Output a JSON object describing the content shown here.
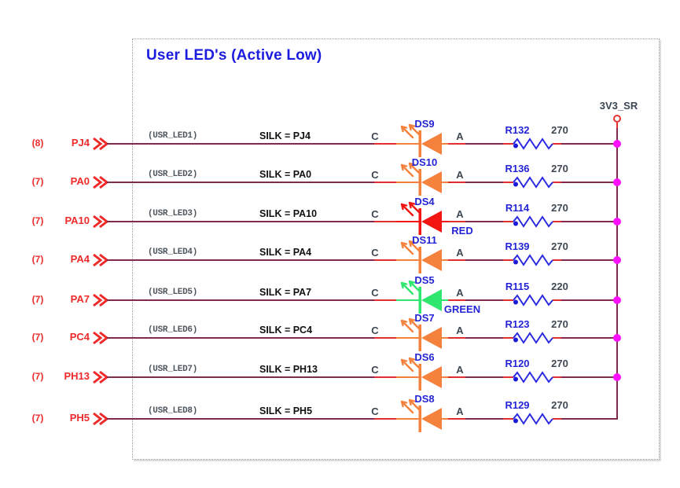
{
  "title": "User LED's (Active Low)",
  "power_rail": {
    "net": "3V3_SR"
  },
  "colors": {
    "wire": "#82294E",
    "pin_red": "#EE2A2A",
    "designator_blue": "#2424D6",
    "resistor_blue": "#2A2AE0",
    "title_blue": "#1C1CE0",
    "junction_magenta": "#FF10FF",
    "orange_led": "#F5823C",
    "red_led": "#F21511",
    "green_led": "#2FE66E"
  },
  "rows": [
    {
      "pin": "(8)",
      "port": "PJ4",
      "net_label": "(USR_LED1)",
      "silk": "SILK = PJ4",
      "cathode": "C",
      "anode": "A",
      "designator": "DS9",
      "sublabel": "",
      "led_color": "#F5823C",
      "resistor": "R132",
      "value": "270"
    },
    {
      "pin": "(7)",
      "port": "PA0",
      "net_label": "(USR_LED2)",
      "silk": "SILK = PA0",
      "cathode": "C",
      "anode": "A",
      "designator": "DS10",
      "sublabel": "",
      "led_color": "#F5823C",
      "resistor": "R136",
      "value": "270"
    },
    {
      "pin": "(7)",
      "port": "PA10",
      "net_label": "(USR_LED3)",
      "silk": "SILK = PA10",
      "cathode": "C",
      "anode": "A",
      "designator": "DS4",
      "sublabel": "RED",
      "led_color": "#F21511",
      "resistor": "R114",
      "value": "270"
    },
    {
      "pin": "(7)",
      "port": "PA4",
      "net_label": "(USR_LED4)",
      "silk": "SILK = PA4",
      "cathode": "C",
      "anode": "A",
      "designator": "DS11",
      "sublabel": "",
      "led_color": "#F5823C",
      "resistor": "R139",
      "value": "270"
    },
    {
      "pin": "(7)",
      "port": "PA7",
      "net_label": "(USR_LED5)",
      "silk": "SILK = PA7",
      "cathode": "C",
      "anode": "A",
      "designator": "DS5",
      "sublabel": "GREEN",
      "led_color": "#2FE66E",
      "resistor": "R115",
      "value": "220"
    },
    {
      "pin": "(7)",
      "port": "PC4",
      "net_label": "(USR_LED6)",
      "silk": "SILK = PC4",
      "cathode": "C",
      "anode": "A",
      "designator": "DS7",
      "sublabel": "",
      "led_color": "#F5823C",
      "resistor": "R123",
      "value": "270"
    },
    {
      "pin": "(7)",
      "port": "PH13",
      "net_label": "(USR_LED7)",
      "silk": "SILK = PH13",
      "cathode": "C",
      "anode": "A",
      "designator": "DS6",
      "sublabel": "",
      "led_color": "#F5823C",
      "resistor": "R120",
      "value": "270"
    },
    {
      "pin": "(7)",
      "port": "PH5",
      "net_label": "(USR_LED8)",
      "silk": "SILK = PH5",
      "cathode": "C",
      "anode": "A",
      "designator": "DS8",
      "sublabel": "",
      "led_color": "#F5823C",
      "resistor": "R129",
      "value": "270"
    }
  ]
}
